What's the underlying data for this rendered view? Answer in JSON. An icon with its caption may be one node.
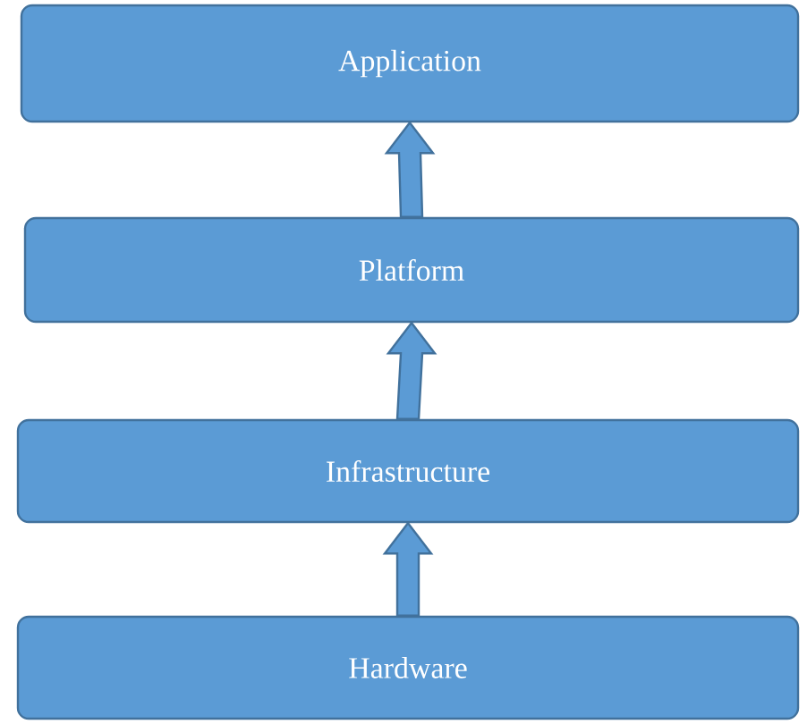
{
  "diagram": {
    "nodes": [
      {
        "text": [
          "Application"
        ]
      },
      {
        "text": [
          "Platform"
        ]
      },
      {
        "text": [
          "Infrastructure"
        ]
      },
      {
        "text": [
          "Hardware"
        ]
      }
    ],
    "edges": [
      {
        "from": 3,
        "to": 2,
        "arrow": "to"
      },
      {
        "from": 2,
        "to": 1,
        "arrow": "to"
      },
      {
        "from": 1,
        "to": 0,
        "arrow": "to"
      }
    ]
  }
}
